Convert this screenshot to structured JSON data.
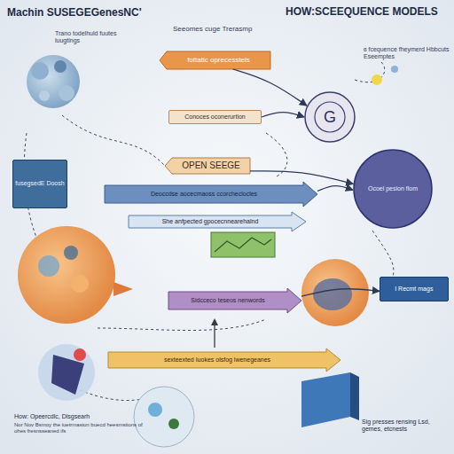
{
  "diagram": {
    "title": "Machin SUSEGEGenesNC'",
    "nodes": [
      {
        "text": [
          "fottatic oprecesstels"
        ]
      },
      {
        "text": [
          "Conoces oconerurtion"
        ]
      },
      {
        "text": [
          "fusegsedE Doosh"
        ]
      },
      {
        "text": [
          "OPEN SEEGE"
        ]
      },
      {
        "text": [
          "Deoccdse aocecmaoss ccorcheclocles"
        ]
      },
      {
        "text": [
          "She anfpected gpocecnnearehalnd"
        ]
      },
      {
        "text": [
          "Sidcceco teseos nenwords"
        ]
      },
      {
        "text": [
          "sexteexted Iuokes olsfog lwenegeanes"
        ]
      },
      {
        "text": [
          "G"
        ]
      },
      {
        "text": [
          "Ocoel pesion flom"
        ]
      },
      {
        "text": [
          "l Recmt mags"
        ]
      }
    ],
    "edges": [
      {
        "from": 0,
        "to": 8,
        "arrow": "to"
      },
      {
        "from": 1,
        "to": 8,
        "arrow": "to"
      },
      {
        "from": 4,
        "to": 9,
        "arrow": "to"
      },
      {
        "from": 3,
        "to": 9,
        "arrow": "to"
      },
      {
        "from": 6,
        "to": 10,
        "arrow": "to"
      }
    ],
    "labels": [
      "HOW:SCEEQUENCE MODELS",
      "Seeomes cuge Trerasmp",
      "Trano todelhuld fuutes luugtings",
      "ɞ fcequence fheymerd Hbbcuts Eseemptes",
      "How: Opeercdlc, Dlsgsearh",
      "Nor Nov Bsmoy the iuetrmasion buecd heesmstions of ohes fresnsseaned ifs",
      "Sig presses rensing Lsd, gemes, etcnests"
    ]
  }
}
